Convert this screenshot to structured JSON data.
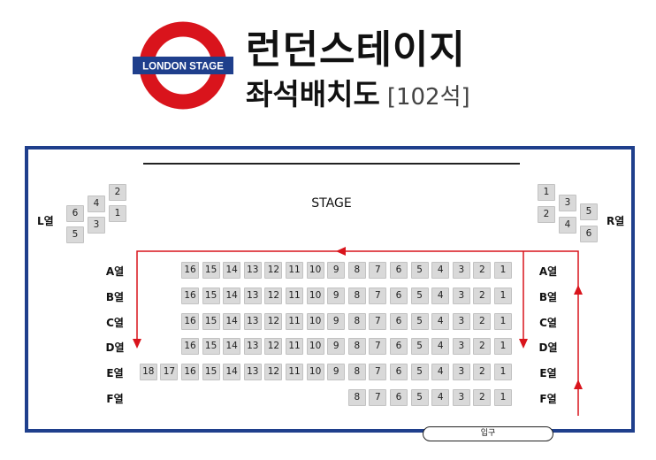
{
  "header": {
    "logo_text": "LONDON STAGE",
    "title_line1": "런던스테이지",
    "title_line2": "좌석배치도",
    "seat_count": "[102석]"
  },
  "colors": {
    "accent_red": "#d9141c",
    "brand_blue": "#1f3f8c",
    "seat_gray": "#d9d9d9"
  },
  "stage": {
    "label": "STAGE"
  },
  "left_block": {
    "label": "L열",
    "seats": [
      "6",
      "4",
      "2",
      "5",
      "3",
      "1"
    ]
  },
  "right_block": {
    "label": "R열",
    "seats": [
      "1",
      "3",
      "5",
      "2",
      "4",
      "6"
    ]
  },
  "rows": [
    {
      "label": "A열",
      "seats": [
        "16",
        "15",
        "14",
        "13",
        "12",
        "11",
        "10",
        "9",
        "8",
        "7",
        "6",
        "5",
        "4",
        "3",
        "2",
        "1"
      ]
    },
    {
      "label": "B열",
      "seats": [
        "16",
        "15",
        "14",
        "13",
        "12",
        "11",
        "10",
        "9",
        "8",
        "7",
        "6",
        "5",
        "4",
        "3",
        "2",
        "1"
      ]
    },
    {
      "label": "C열",
      "seats": [
        "16",
        "15",
        "14",
        "13",
        "12",
        "11",
        "10",
        "9",
        "8",
        "7",
        "6",
        "5",
        "4",
        "3",
        "2",
        "1"
      ]
    },
    {
      "label": "D열",
      "seats": [
        "16",
        "15",
        "14",
        "13",
        "12",
        "11",
        "10",
        "9",
        "8",
        "7",
        "6",
        "5",
        "4",
        "3",
        "2",
        "1"
      ]
    },
    {
      "label": "E열",
      "seats": [
        "18",
        "17",
        "16",
        "15",
        "14",
        "13",
        "12",
        "11",
        "10",
        "9",
        "8",
        "7",
        "6",
        "5",
        "4",
        "3",
        "2",
        "1"
      ]
    },
    {
      "label": "F열",
      "seats": [
        "8",
        "7",
        "6",
        "5",
        "4",
        "3",
        "2",
        "1"
      ]
    }
  ],
  "entrance": {
    "label": "입구"
  }
}
